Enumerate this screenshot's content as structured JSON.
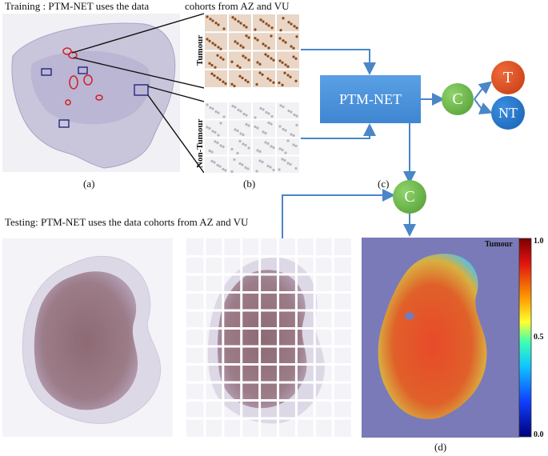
{
  "training": {
    "title": "Training : PTM-NET uses the data",
    "title_cont": "cohorts from AZ and VU",
    "tumour_label": "Tumour",
    "non_tumour_label": "Non-Tumour"
  },
  "testing": {
    "title": "Testing: PTM-NET uses the data cohorts from AZ and VU"
  },
  "network": {
    "label": "PTM-NET",
    "classifier_top": "C",
    "classifier_bottom": "C",
    "tumour_class": "T",
    "non_tumour_class": "NT"
  },
  "panels": {
    "a": "(a)",
    "b": "(b)",
    "c": "(c)",
    "d": "(d)"
  },
  "heatmap": {
    "label": "Tumour",
    "colorbar_ticks": [
      "1.0",
      "0.5",
      "0.0"
    ]
  },
  "colors": {
    "network_box": "#4a90d9",
    "classifier": "#6ab04c",
    "tumour_node": "#d9481f",
    "non_tumour_node": "#1e73c8",
    "arrow": "#4a86c8",
    "region_red": "#d02020",
    "region_blue": "#1a1a7a"
  }
}
